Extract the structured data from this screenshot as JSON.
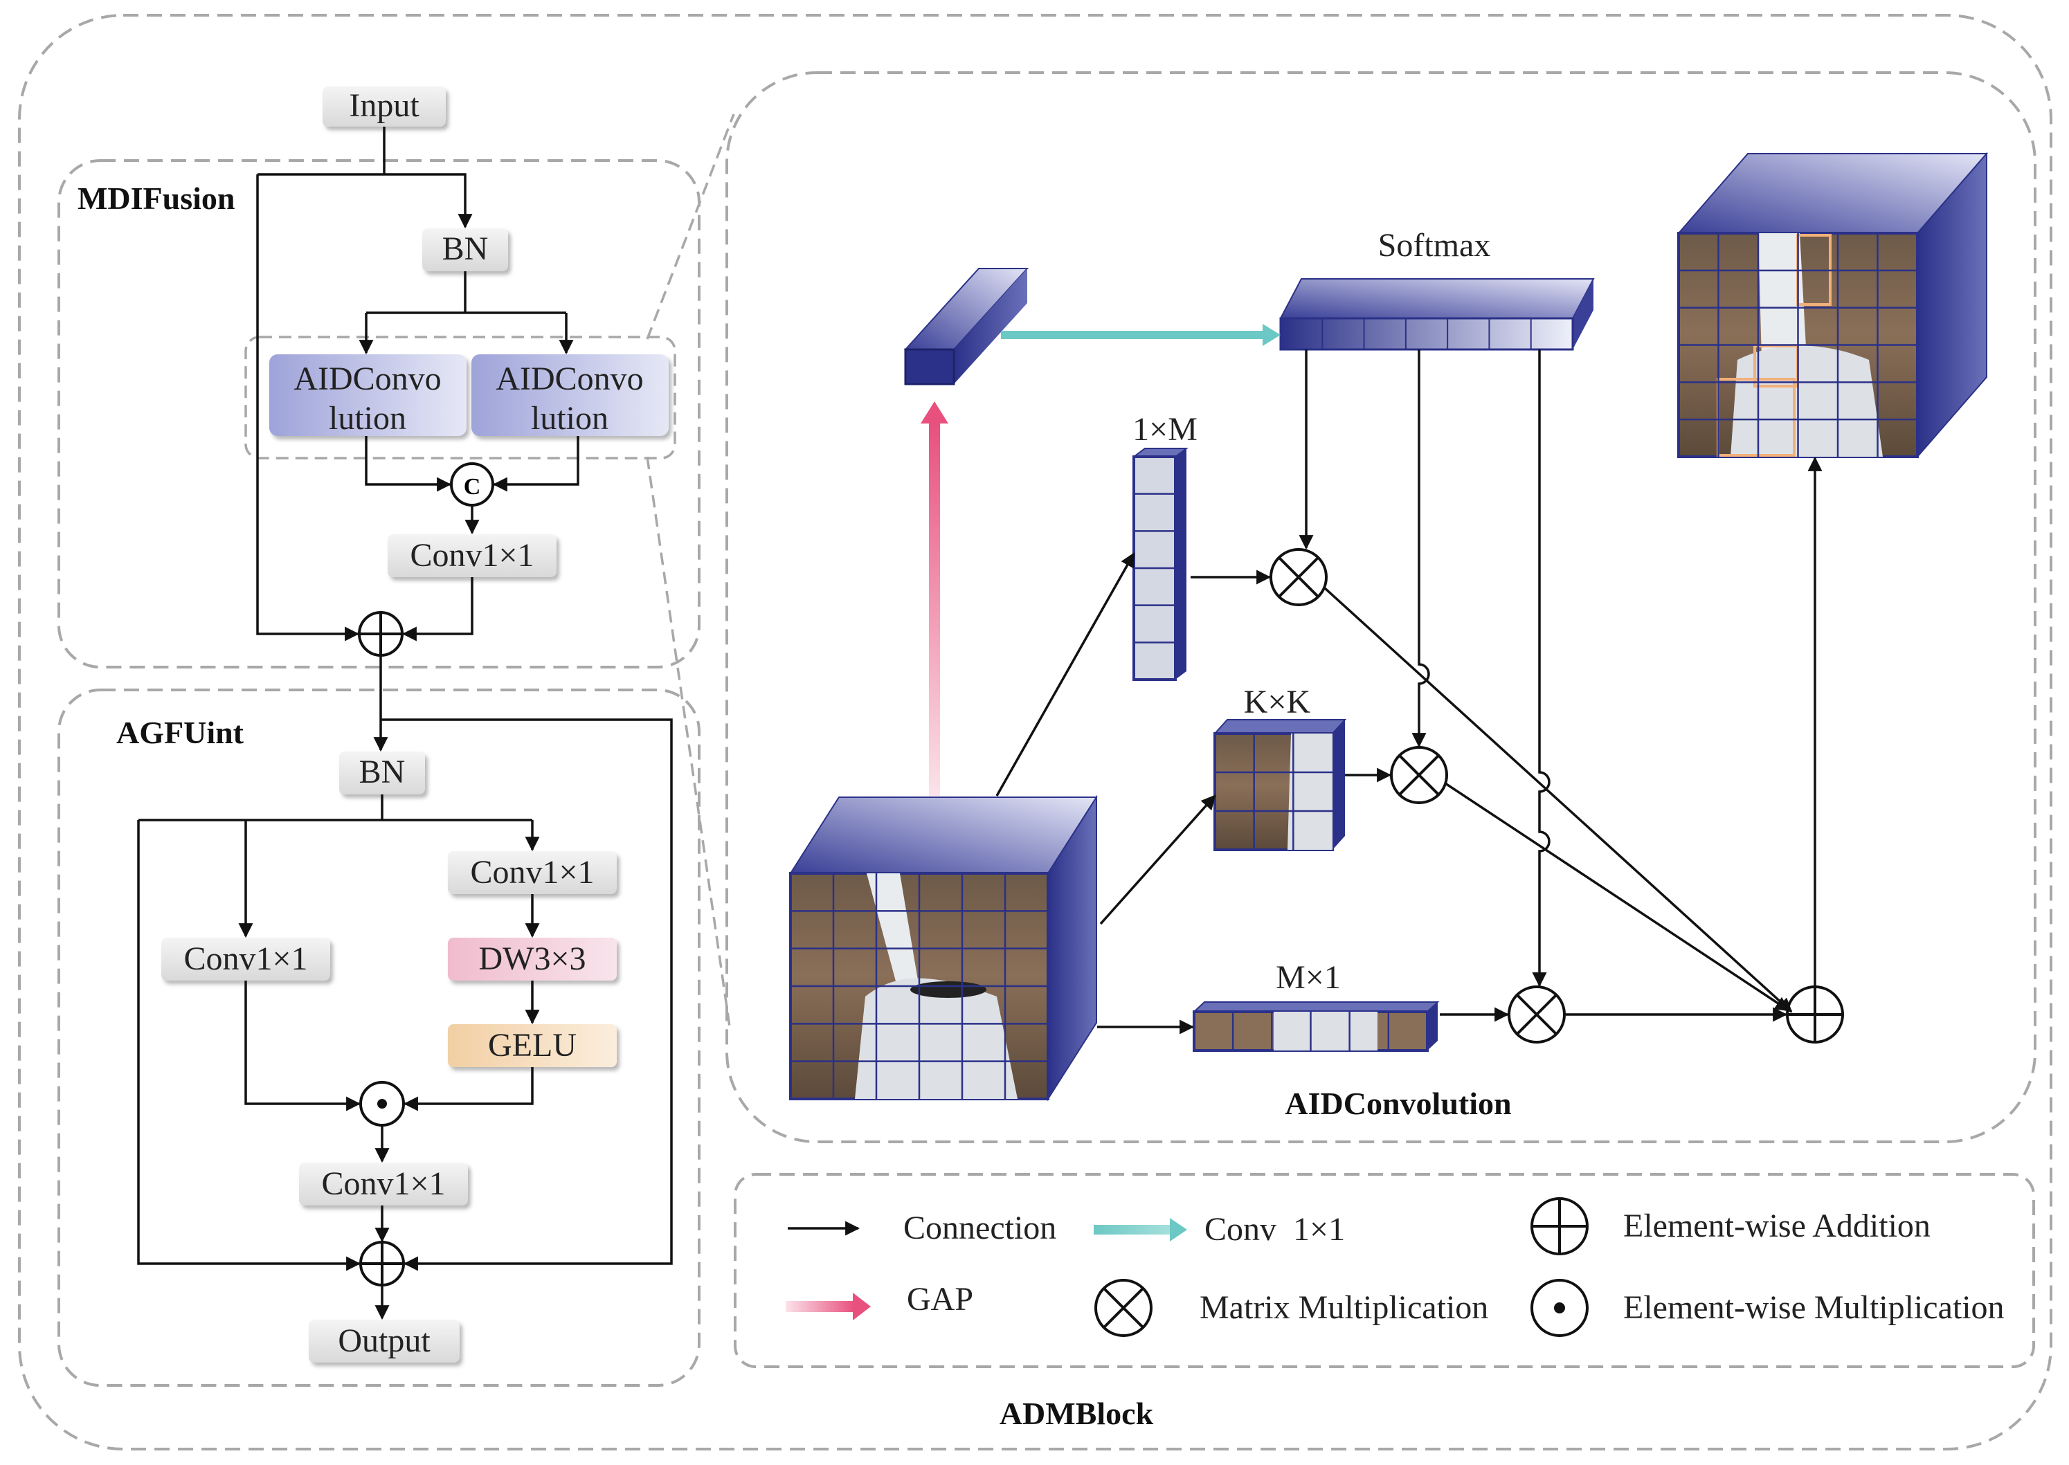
{
  "outer": {
    "title": "ADMBlock"
  },
  "left": {
    "input": "Input",
    "output": "Output",
    "mdifusion": {
      "title": "MDIFusion",
      "bn": "BN",
      "aid_left": [
        "AIDConvo",
        "lution"
      ],
      "aid_right": [
        "AIDConvo",
        "lution"
      ],
      "concat_symbol": "C",
      "conv": "Conv1×1"
    },
    "agfunit": {
      "title": "AGFUint",
      "bn": "BN",
      "conv_top": "Conv1×1",
      "conv_left": "Conv1×1",
      "dw": "DW3×3",
      "gelu": "GELU",
      "conv_bottom": "Conv1×1"
    }
  },
  "aid": {
    "title": "AIDConvolution",
    "softmax": "Softmax",
    "k1": "1×M",
    "k2": "K×K",
    "k3": "M×1"
  },
  "legend": {
    "connection": "Connection",
    "conv": "Conv  1×1",
    "add": "Element-wise Addition",
    "gap": "GAP",
    "matmul": "Matrix Multiplication",
    "mul": "Element-wise Multiplication"
  },
  "colors": {
    "cube_dark": "#2b3188",
    "cube_light": "#dfe2f4",
    "gap_arrow": "#e8507e",
    "conv_arrow": "#6cc8c4",
    "dw_fill": "#f3c9d6",
    "gelu_fill": "#f5d9b5",
    "aid_fill": "#aeb3e0",
    "patch_outline": "#f2b07a"
  }
}
